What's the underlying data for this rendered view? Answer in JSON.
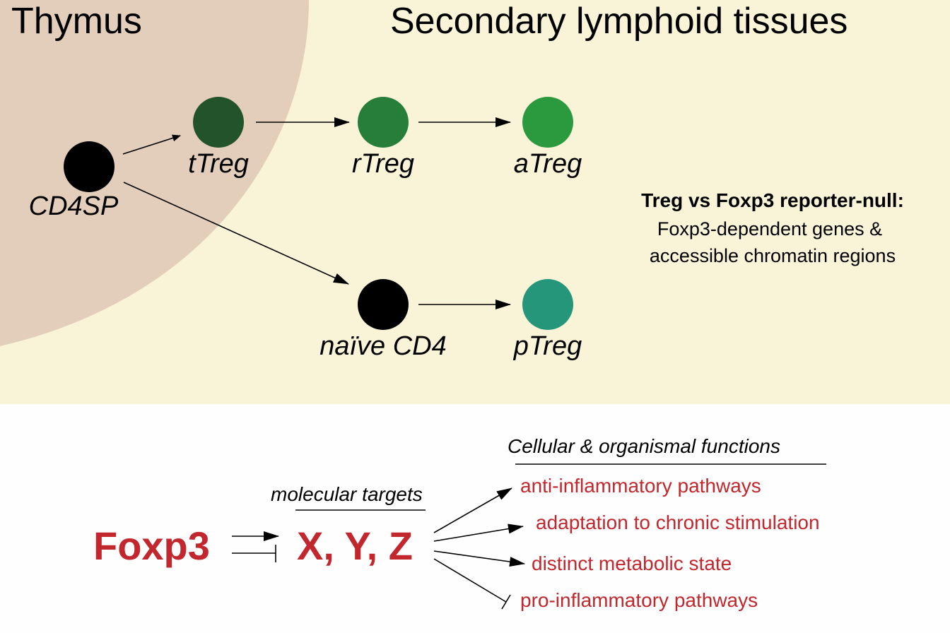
{
  "regions": {
    "thymus_label": "Thymus",
    "secondary_label": "Secondary lymphoid tissues"
  },
  "cells": {
    "cd4sp": "CD4SP",
    "ttreg": "tTreg",
    "rtreg": "rTreg",
    "atreg": "aTreg",
    "naive_cd4": "naïve CD4",
    "ptreg": "pTreg"
  },
  "note": {
    "heading": "Treg vs Foxp3 reporter-null:",
    "line1": "Foxp3-dependent genes &",
    "line2": "accessible chromatin regions"
  },
  "mechanism": {
    "regulator": "Foxp3",
    "targets_heading": "molecular targets",
    "targets": "X, Y, Z",
    "functions_heading": "Cellular & organismal functions",
    "functions": [
      "anti-inflammatory pathways",
      "adaptation to chronic stimulation",
      "distinct metabolic state",
      "pro-inflammatory pathways"
    ]
  },
  "colors": {
    "top_background": "#f9f4d8",
    "thymus_fill": "#e2cebb",
    "cell_black": "#000000",
    "ttreg": "#22532a",
    "rtreg": "#267e3a",
    "atreg": "#2b9a3e",
    "ptreg": "#25967a",
    "accent_red": "#c1272d"
  },
  "icons": [
    "arrow-head",
    "inhibition-bar"
  ]
}
